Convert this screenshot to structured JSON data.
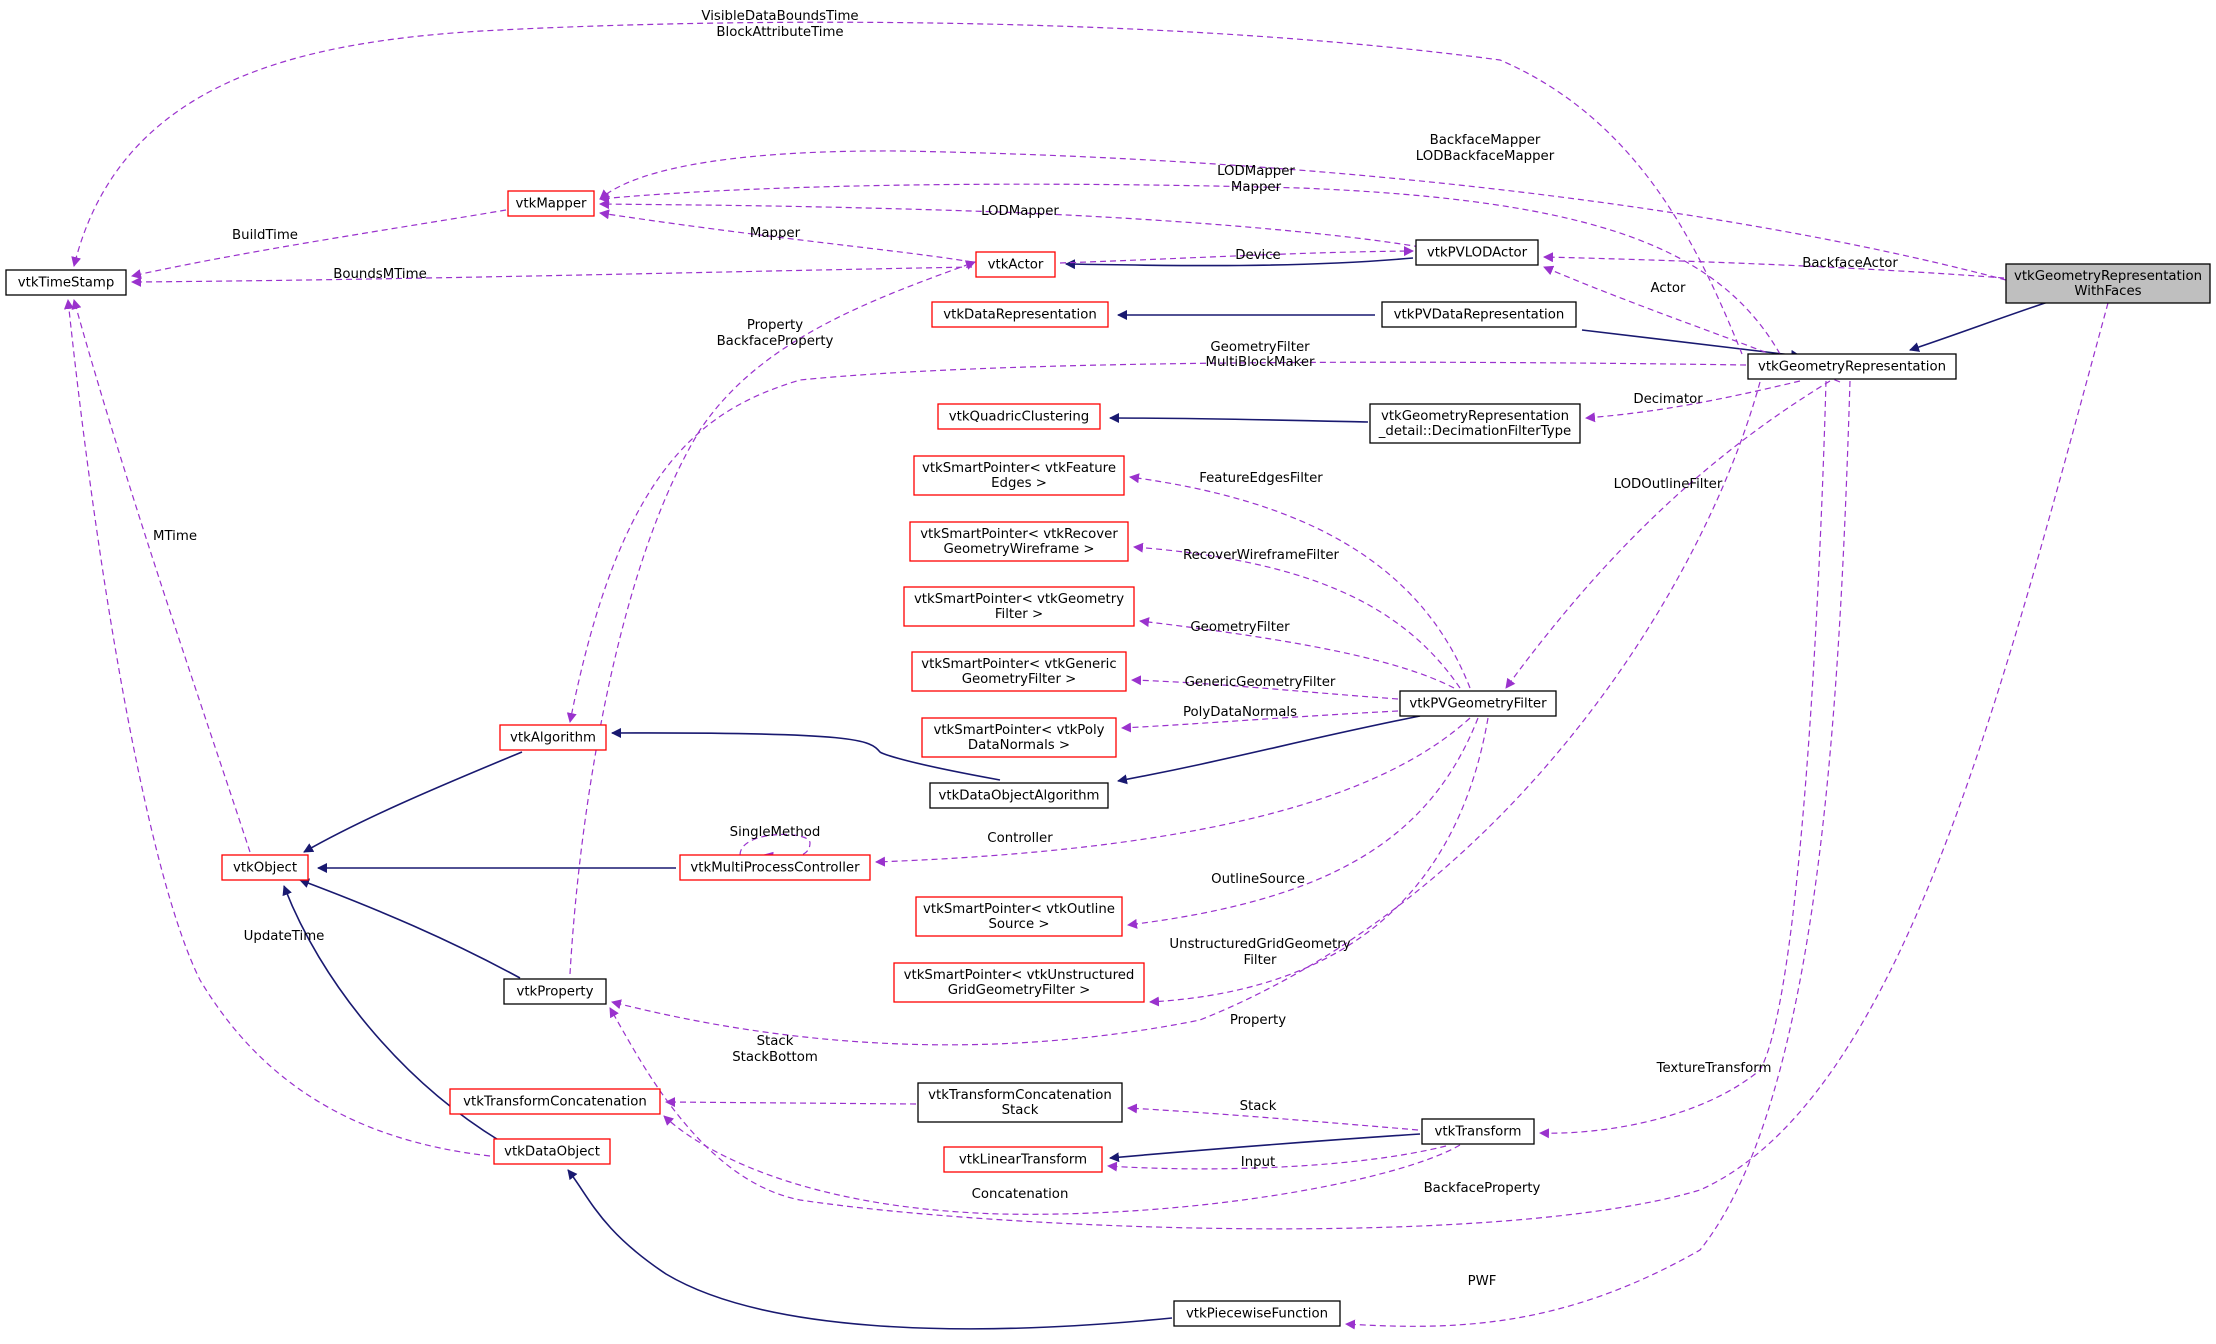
{
  "nodes": [
    {
      "id": "vtkGeometryRepresentationWithFaces",
      "lines": [
        "vtkGeometryRepresentation",
        "WithFaces"
      ],
      "style": "focus"
    },
    {
      "id": "vtkGeometryRepresentation",
      "lines": [
        "vtkGeometryRepresentation"
      ],
      "style": "black"
    },
    {
      "id": "vtkPVDataRepresentation",
      "lines": [
        "vtkPVDataRepresentation"
      ],
      "style": "black"
    },
    {
      "id": "vtkDataRepresentation",
      "lines": [
        "vtkDataRepresentation"
      ],
      "style": "red"
    },
    {
      "id": "vtkPVLODActor",
      "lines": [
        "vtkPVLODActor"
      ],
      "style": "black"
    },
    {
      "id": "vtkActor",
      "lines": [
        "vtkActor"
      ],
      "style": "red"
    },
    {
      "id": "vtkMapper",
      "lines": [
        "vtkMapper"
      ],
      "style": "red"
    },
    {
      "id": "vtkTimeStamp",
      "lines": [
        "vtkTimeStamp"
      ],
      "style": "black"
    },
    {
      "id": "vtkQuadricClustering",
      "lines": [
        "vtkQuadricClustering"
      ],
      "style": "red"
    },
    {
      "id": "DecimationFilterType",
      "lines": [
        "vtkGeometryRepresentation",
        "_detail::DecimationFilterType"
      ],
      "style": "black"
    },
    {
      "id": "spFeatureEdges",
      "lines": [
        "vtkSmartPointer< vtkFeature",
        "Edges >"
      ],
      "style": "red"
    },
    {
      "id": "spRecoverWireframe",
      "lines": [
        "vtkSmartPointer< vtkRecover",
        "GeometryWireframe >"
      ],
      "style": "red"
    },
    {
      "id": "spGeometryFilter",
      "lines": [
        "vtkSmartPointer< vtkGeometry",
        "Filter >"
      ],
      "style": "red"
    },
    {
      "id": "spGenericGeometryFilter",
      "lines": [
        "vtkSmartPointer< vtkGeneric",
        "GeometryFilter >"
      ],
      "style": "red"
    },
    {
      "id": "spPolyDataNormals",
      "lines": [
        "vtkSmartPointer< vtkPoly",
        "DataNormals >"
      ],
      "style": "red"
    },
    {
      "id": "vtkPVGeometryFilter",
      "lines": [
        "vtkPVGeometryFilter"
      ],
      "style": "black"
    },
    {
      "id": "vtkAlgorithm",
      "lines": [
        "vtkAlgorithm"
      ],
      "style": "red"
    },
    {
      "id": "vtkDataObjectAlgorithm",
      "lines": [
        "vtkDataObjectAlgorithm"
      ],
      "style": "black"
    },
    {
      "id": "vtkObject",
      "lines": [
        "vtkObject"
      ],
      "style": "red"
    },
    {
      "id": "vtkMultiProcessController",
      "lines": [
        "vtkMultiProcessController"
      ],
      "style": "red"
    },
    {
      "id": "spOutlineSource",
      "lines": [
        "vtkSmartPointer< vtkOutline",
        "Source >"
      ],
      "style": "red"
    },
    {
      "id": "spUnstructuredGrid",
      "lines": [
        "vtkSmartPointer< vtkUnstructured",
        "GridGeometryFilter >"
      ],
      "style": "red"
    },
    {
      "id": "vtkProperty",
      "lines": [
        "vtkProperty"
      ],
      "style": "black"
    },
    {
      "id": "vtkTransformConcatenation",
      "lines": [
        "vtkTransformConcatenation"
      ],
      "style": "red"
    },
    {
      "id": "vtkTransformConcatenationStack",
      "lines": [
        "vtkTransformConcatenation",
        "Stack"
      ],
      "style": "black"
    },
    {
      "id": "vtkTransform",
      "lines": [
        "vtkTransform"
      ],
      "style": "black"
    },
    {
      "id": "vtkLinearTransform",
      "lines": [
        "vtkLinearTransform"
      ],
      "style": "red"
    },
    {
      "id": "vtkDataObject",
      "lines": [
        "vtkDataObject"
      ],
      "style": "red"
    },
    {
      "id": "vtkPiecewiseFunction",
      "lines": [
        "vtkPiecewiseFunction"
      ],
      "style": "black"
    }
  ],
  "edges": [
    {
      "from": "vtkGeometryRepresentation",
      "to": "vtkGeometryRepresentationWithFaces",
      "kind": "inherit",
      "label": []
    },
    {
      "from": "vtkPVDataRepresentation",
      "to": "vtkGeometryRepresentation",
      "kind": "inherit",
      "label": []
    },
    {
      "from": "vtkDataRepresentation",
      "to": "vtkPVDataRepresentation",
      "kind": "inherit",
      "label": []
    },
    {
      "from": "vtkActor",
      "to": "vtkPVLODActor",
      "kind": "inherit",
      "label": []
    },
    {
      "from": "vtkQuadricClustering",
      "to": "DecimationFilterType",
      "kind": "inherit",
      "label": []
    },
    {
      "from": "vtkAlgorithm",
      "to": "vtkDataObjectAlgorithm",
      "kind": "inherit",
      "label": []
    },
    {
      "from": "vtkDataObjectAlgorithm",
      "to": "vtkPVGeometryFilter",
      "kind": "inherit",
      "label": []
    },
    {
      "from": "vtkObject",
      "to": "vtkAlgorithm",
      "kind": "inherit",
      "label": []
    },
    {
      "from": "vtkObject",
      "to": "vtkMultiProcessController",
      "kind": "inherit",
      "label": []
    },
    {
      "from": "vtkObject",
      "to": "vtkProperty",
      "kind": "inherit",
      "label": []
    },
    {
      "from": "vtkObject",
      "to": "vtkDataObject",
      "kind": "inherit",
      "label": []
    },
    {
      "from": "vtkLinearTransform",
      "to": "vtkTransform",
      "kind": "inherit",
      "label": []
    },
    {
      "from": "vtkDataObject",
      "to": "vtkPiecewiseFunction",
      "kind": "inherit",
      "label": []
    },
    {
      "from": "vtkTimeStamp",
      "to": "vtkGeometryRepresentation",
      "kind": "use",
      "label": [
        "VisibleDataBoundsTime",
        "BlockAttributeTime"
      ]
    },
    {
      "from": "vtkMapper",
      "to": "vtkGeometryRepresentationWithFaces",
      "kind": "use",
      "label": [
        "BackfaceMapper",
        "LODBackfaceMapper"
      ]
    },
    {
      "from": "vtkMapper",
      "to": "vtkGeometryRepresentation",
      "kind": "use",
      "label": [
        "LODMapper",
        "Mapper"
      ]
    },
    {
      "from": "vtkMapper",
      "to": "vtkPVLODActor",
      "kind": "use",
      "label": [
        "LODMapper"
      ]
    },
    {
      "from": "vtkMapper",
      "to": "vtkActor",
      "kind": "use",
      "label": [
        "Mapper"
      ]
    },
    {
      "from": "vtkTimeStamp",
      "to": "vtkMapper",
      "kind": "use",
      "label": [
        "BuildTime"
      ]
    },
    {
      "from": "vtkTimeStamp",
      "to": "vtkActor",
      "kind": "use",
      "label": [
        "BoundsMTime"
      ]
    },
    {
      "from": "vtkActor",
      "to": "vtkPVLODActor",
      "kind": "use",
      "label": [
        "Device"
      ]
    },
    {
      "from": "vtkPVLODActor",
      "to": "vtkGeometryRepresentationWithFaces",
      "kind": "use",
      "label": [
        "BackfaceActor"
      ]
    },
    {
      "from": "vtkPVLODActor",
      "to": "vtkGeometryRepresentation",
      "kind": "use",
      "label": [
        "Actor"
      ]
    },
    {
      "from": "vtkProperty",
      "to": "vtkActor",
      "kind": "use",
      "label": [
        "Property",
        "BackfaceProperty"
      ]
    },
    {
      "from": "vtkAlgorithm",
      "to": "vtkGeometryRepresentation",
      "kind": "use",
      "label": [
        "GeometryFilter",
        "MultiBlockMaker"
      ]
    },
    {
      "from": "DecimationFilterType",
      "to": "vtkGeometryRepresentation",
      "kind": "use",
      "label": [
        "Decimator"
      ]
    },
    {
      "from": "vtkPVGeometryFilter",
      "to": "vtkGeometryRepresentation",
      "kind": "use",
      "label": [
        "LODOutlineFilter"
      ]
    },
    {
      "from": "spFeatureEdges",
      "to": "vtkPVGeometryFilter",
      "kind": "use",
      "label": [
        "FeatureEdgesFilter"
      ]
    },
    {
      "from": "spRecoverWireframe",
      "to": "vtkPVGeometryFilter",
      "kind": "use",
      "label": [
        "RecoverWireframeFilter"
      ]
    },
    {
      "from": "spGeometryFilter",
      "to": "vtkPVGeometryFilter",
      "kind": "use",
      "label": [
        "GeometryFilter"
      ]
    },
    {
      "from": "spGenericGeometryFilter",
      "to": "vtkPVGeometryFilter",
      "kind": "use",
      "label": [
        "GenericGeometryFilter"
      ]
    },
    {
      "from": "spPolyDataNormals",
      "to": "vtkPVGeometryFilter",
      "kind": "use",
      "label": [
        "PolyDataNormals"
      ]
    },
    {
      "from": "vtkMultiProcessController",
      "to": "vtkPVGeometryFilter",
      "kind": "use",
      "label": [
        "Controller"
      ]
    },
    {
      "from": "vtkMultiProcessController",
      "to": "vtkMultiProcessController",
      "kind": "use",
      "label": [
        "SingleMethod"
      ]
    },
    {
      "from": "spOutlineSource",
      "to": "vtkPVGeometryFilter",
      "kind": "use",
      "label": [
        "OutlineSource"
      ]
    },
    {
      "from": "spUnstructuredGrid",
      "to": "vtkPVGeometryFilter",
      "kind": "use",
      "label": [
        "UnstructuredGridGeometry",
        "Filter"
      ]
    },
    {
      "from": "vtkTimeStamp",
      "to": "vtkObject",
      "kind": "use",
      "label": [
        "MTime"
      ]
    },
    {
      "from": "vtkTimeStamp",
      "to": "vtkDataObject",
      "kind": "use",
      "label": [
        "UpdateTime"
      ]
    },
    {
      "from": "vtkProperty",
      "to": "vtkGeometryRepresentation",
      "kind": "use",
      "label": [
        "Property"
      ]
    },
    {
      "from": "vtkProperty",
      "to": "vtkGeometryRepresentationWithFaces",
      "kind": "use",
      "label": [
        "BackfaceProperty"
      ]
    },
    {
      "from": "vtkTransformConcatenation",
      "to": "vtkTransformConcatenationStack",
      "kind": "use",
      "label": [
        "Stack",
        "StackBottom"
      ]
    },
    {
      "from": "vtkTransformConcatenation",
      "to": "vtkTransform",
      "kind": "use",
      "label": [
        "Concatenation"
      ]
    },
    {
      "from": "vtkTransformConcatenationStack",
      "to": "vtkTransform",
      "kind": "use",
      "label": [
        "Stack"
      ]
    },
    {
      "from": "vtkLinearTransform",
      "to": "vtkTransform",
      "kind": "use",
      "label": [
        "Input"
      ]
    },
    {
      "from": "vtkTransform",
      "to": "vtkGeometryRepresentation",
      "kind": "use",
      "label": [
        "TextureTransform"
      ]
    },
    {
      "from": "vtkPiecewiseFunction",
      "to": "vtkGeometryRepresentation",
      "kind": "use",
      "label": [
        "PWF"
      ]
    }
  ],
  "colors": {
    "inherit_edge": "#191970",
    "use_edge": "#9a32cd",
    "node_border_black": "#000000",
    "node_border_red": "#ff0000",
    "focus_fill": "#bfbfbf",
    "background": "#ffffff"
  }
}
